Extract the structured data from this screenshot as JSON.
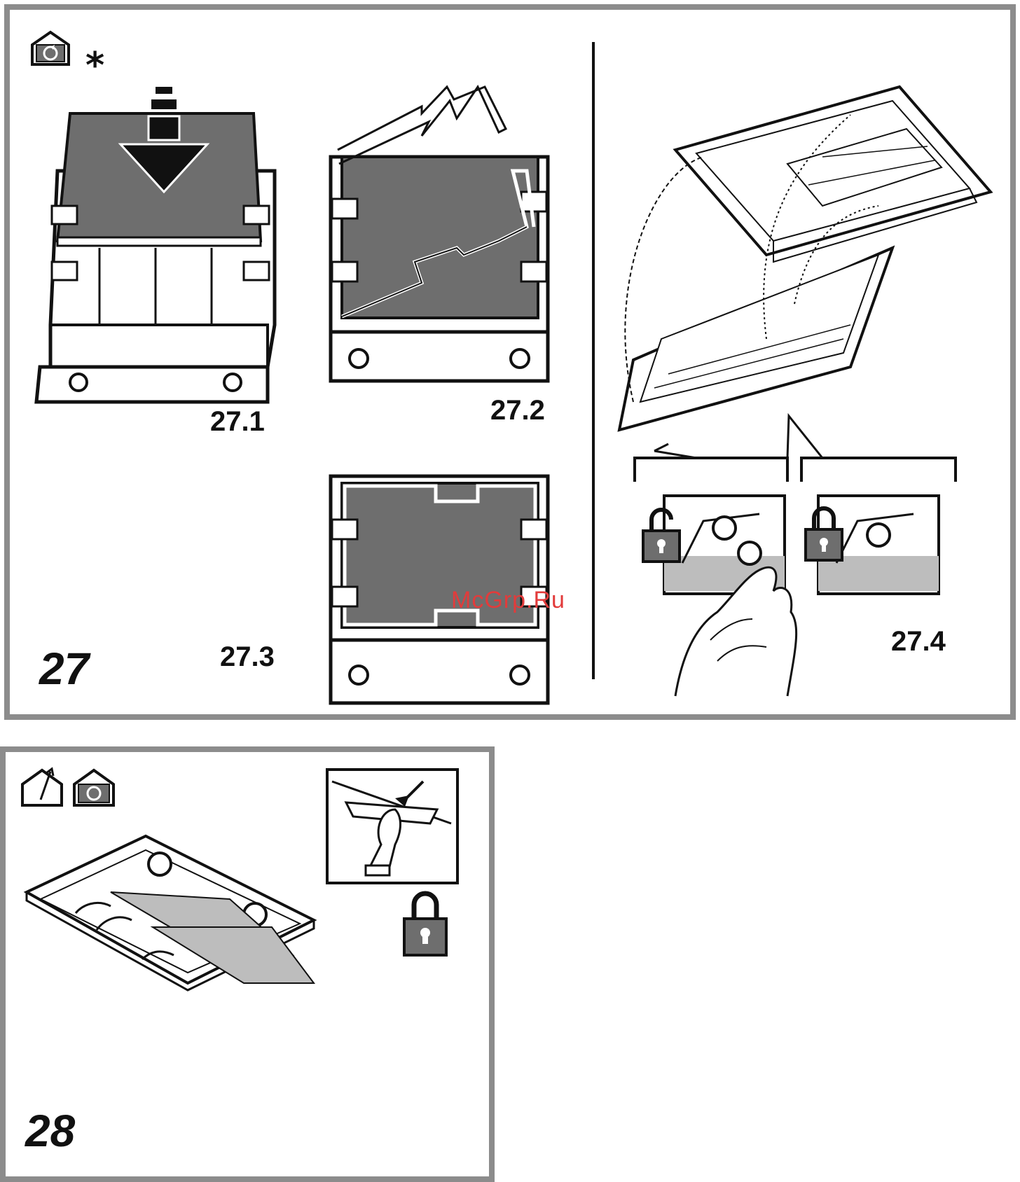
{
  "panel_27": {
    "figure_number": "27",
    "asterisk": "*",
    "steps": [
      "27.1",
      "27.2",
      "27.3",
      "27.4"
    ],
    "watermark": "McGrp.Ru",
    "icons": [
      "recirculation-mode-icon",
      "down-arrow-icon",
      "unlock-icon",
      "lock-icon",
      "hand-icon"
    ]
  },
  "panel_28": {
    "figure_number": "28",
    "icons": [
      "extraction-mode-icon",
      "recirculation-mode-icon",
      "lock-icon",
      "hand-icon"
    ]
  },
  "colors": {
    "frame": "#8c8c8c",
    "filter_fill": "#6e6e6e",
    "light_fill": "#bdbdbd",
    "watermark": "#e23b3b"
  }
}
